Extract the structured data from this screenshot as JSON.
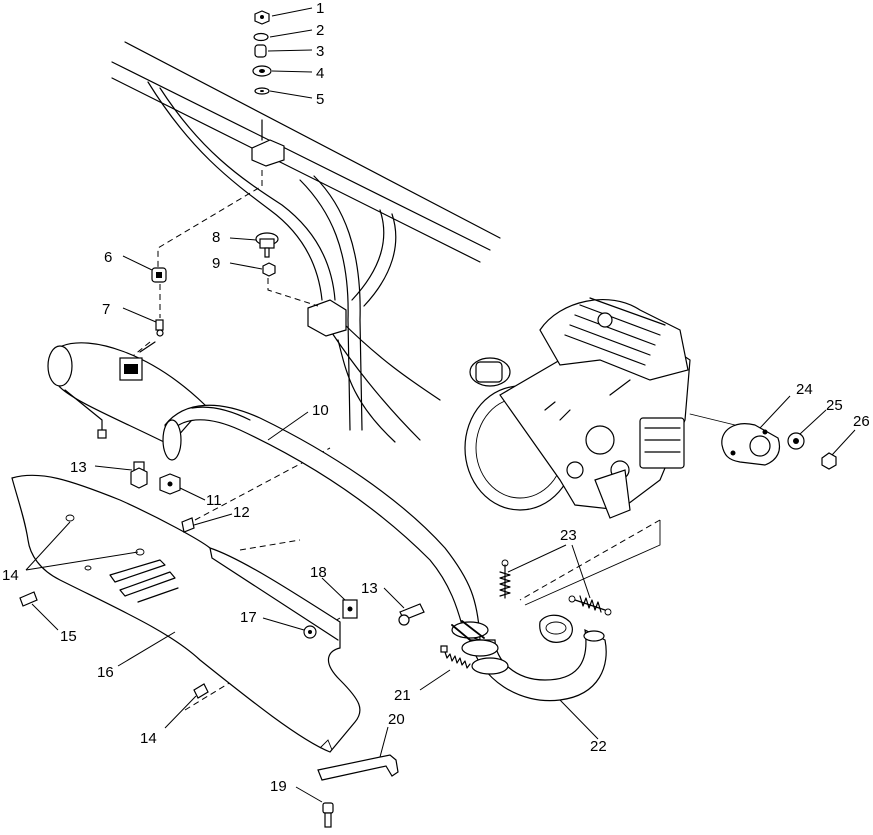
{
  "callouts": [
    {
      "id": "c1",
      "label": "1"
    },
    {
      "id": "c2",
      "label": "2"
    },
    {
      "id": "c3",
      "label": "3"
    },
    {
      "id": "c4",
      "label": "4"
    },
    {
      "id": "c5",
      "label": "5"
    },
    {
      "id": "c6",
      "label": "6"
    },
    {
      "id": "c7",
      "label": "7"
    },
    {
      "id": "c8",
      "label": "8"
    },
    {
      "id": "c9",
      "label": "9"
    },
    {
      "id": "c10",
      "label": "10"
    },
    {
      "id": "c11",
      "label": "11"
    },
    {
      "id": "c12",
      "label": "12"
    },
    {
      "id": "c13a",
      "label": "13"
    },
    {
      "id": "c13b",
      "label": "13"
    },
    {
      "id": "c14a",
      "label": "14"
    },
    {
      "id": "c14b",
      "label": "14"
    },
    {
      "id": "c15",
      "label": "15"
    },
    {
      "id": "c16",
      "label": "16"
    },
    {
      "id": "c17",
      "label": "17"
    },
    {
      "id": "c18",
      "label": "18"
    },
    {
      "id": "c19",
      "label": "19"
    },
    {
      "id": "c20",
      "label": "20"
    },
    {
      "id": "c21",
      "label": "21"
    },
    {
      "id": "c22",
      "label": "22"
    },
    {
      "id": "c23",
      "label": "23"
    },
    {
      "id": "c24",
      "label": "24"
    },
    {
      "id": "c25",
      "label": "25"
    },
    {
      "id": "c26",
      "label": "26"
    }
  ]
}
